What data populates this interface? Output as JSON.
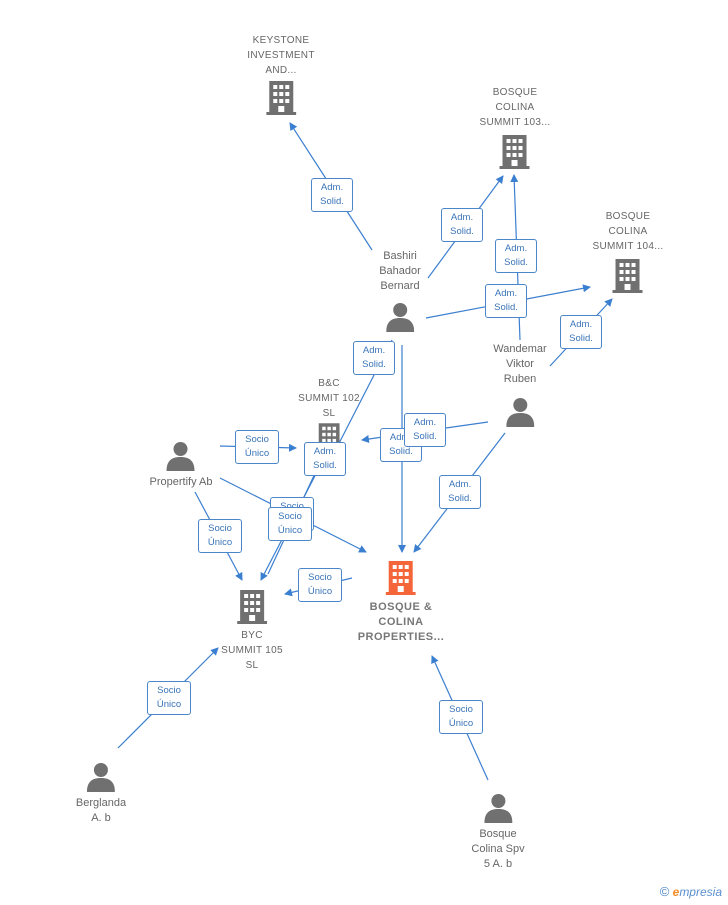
{
  "colors": {
    "edge": "#3b7fd0",
    "company_icon": "#707070",
    "person_icon": "#707070",
    "focus_icon": "#f4663a"
  },
  "nodes": {
    "keystone": "KEYSTONE\nINVESTMENT\nAND...",
    "bosque103": "BOSQUE\nCOLINA\nSUMMIT 103...",
    "bosque104": "BOSQUE\nCOLINA\nSUMMIT 104...",
    "bashiri": "Bashiri\nBahador\nBernard",
    "wandemar": "Wandemar\nViktor\nRuben",
    "bc102": "B&C\nSUMMIT 102\nSL",
    "propertify": "Propertify Ab",
    "byc105": "BYC\nSUMMIT 105\nSL",
    "main": "BOSQUE &\nCOLINA\nPROPERTIES...",
    "berglanda": "Berglanda\nA. b",
    "spv5": "Bosque\nColina Spv\n5 A. b"
  },
  "badges": {
    "adm": "Adm.\nSolid.",
    "socio": "Socio\nÚnico"
  },
  "watermark": {
    "symbol": "©",
    "brand_first": "e",
    "brand_rest": "mpresia"
  }
}
